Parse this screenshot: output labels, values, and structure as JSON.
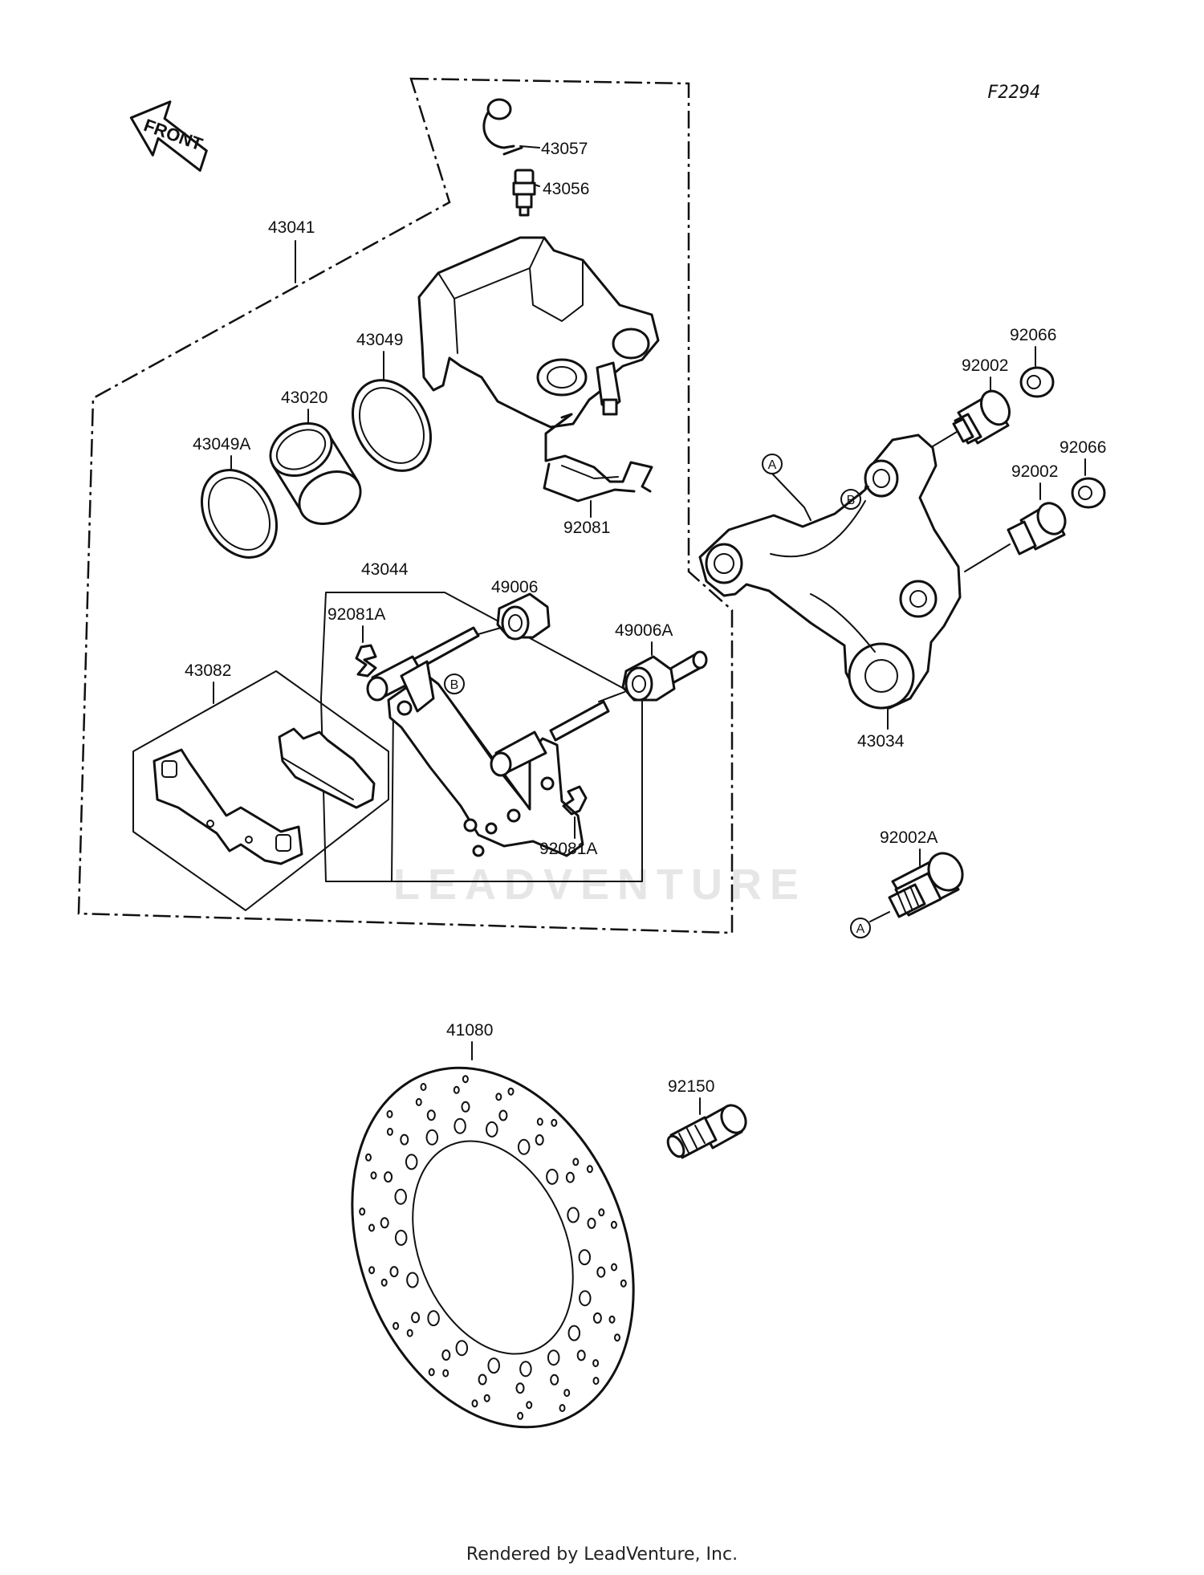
{
  "figure_code": "F2294",
  "direction_label": "FRONT",
  "watermark": "LEADVENTURE",
  "footer": "Rendered by LeadVenture, Inc.",
  "callouts": {
    "p43057": "43057",
    "p43056": "43056",
    "p43041": "43041",
    "p43049": "43049",
    "p43020": "43020",
    "p43049A": "43049A",
    "p92081": "92081",
    "p43044": "43044",
    "p49006": "49006",
    "p92081A_top": "92081A",
    "p49006A": "49006A",
    "p43082": "43082",
    "p92081A_bottom": "92081A",
    "p92066_top": "92066",
    "p92002_top": "92002",
    "p92066_mid": "92066",
    "p92002_mid": "92002",
    "p43034": "43034",
    "p92002A": "92002A",
    "p41080": "41080",
    "p92150": "92150"
  },
  "reference_marks": {
    "a": "A",
    "b": "B"
  }
}
